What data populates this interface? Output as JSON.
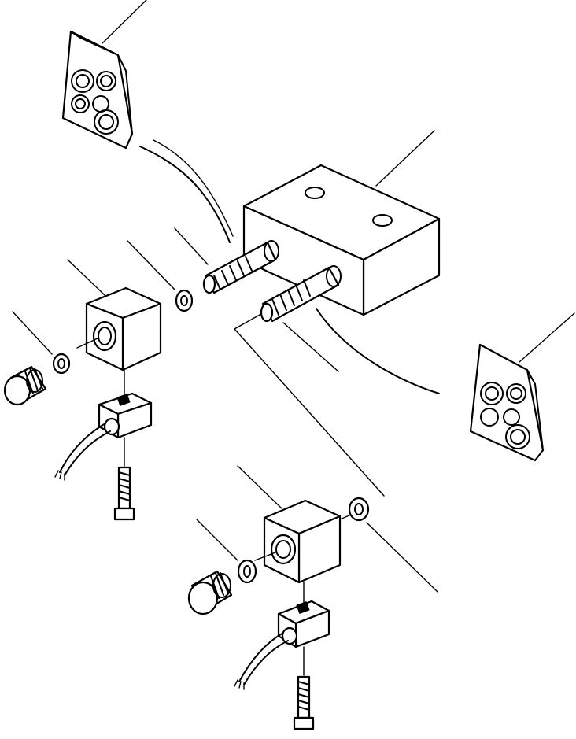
{
  "diagram": {
    "kind": "exploded-parts-drawing",
    "line_color": "#000000",
    "background": "#ffffff",
    "parts": [
      {
        "name": "valve-block"
      },
      {
        "name": "solenoid-stem-upper"
      },
      {
        "name": "solenoid-stem-lower"
      },
      {
        "name": "solenoid-coil-upper"
      },
      {
        "name": "solenoid-coil-lower"
      },
      {
        "name": "o-ring"
      },
      {
        "name": "lock-nut"
      },
      {
        "name": "connector"
      },
      {
        "name": "bolt"
      },
      {
        "name": "seal-kit-bag"
      }
    ]
  }
}
